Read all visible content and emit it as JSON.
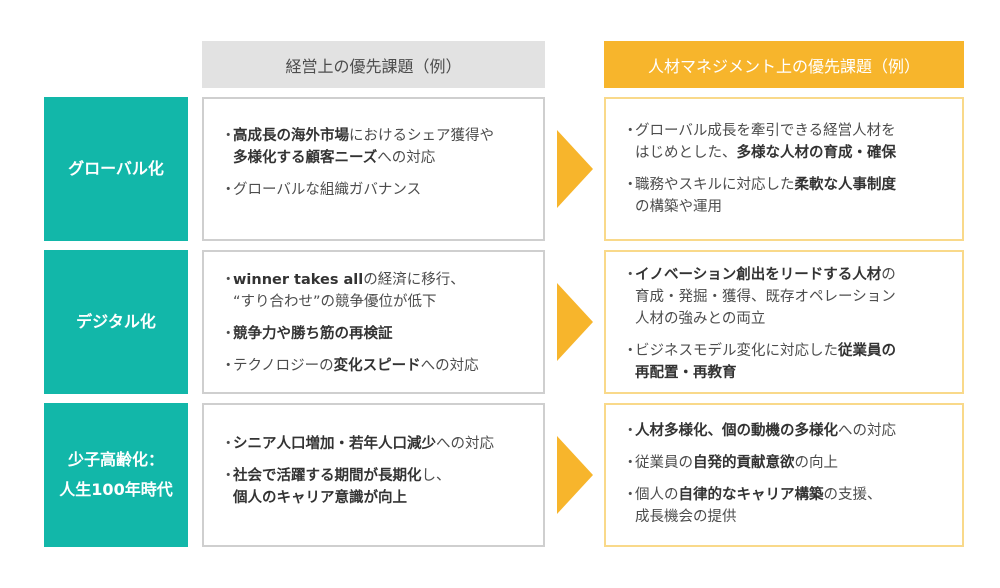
{
  "headers": {
    "left": "経営上の優先課題（例）",
    "right": "人材マネジメント上の優先課題（例）"
  },
  "colors": {
    "teal": "#12b7a9",
    "orange": "#f7b52c",
    "gray": "#e2e2e2"
  },
  "rows": [
    {
      "label": "グローバル化",
      "left": [
        [
          {
            "t": "高成長の海外市場",
            "b": true
          },
          {
            "t": "におけるシェア獲得や\n"
          },
          {
            "t": "多様化する顧客ニーズ",
            "b": true
          },
          {
            "t": "への対応"
          }
        ],
        [
          {
            "t": "グローバルな組織ガバナンス"
          }
        ]
      ],
      "right": [
        [
          {
            "t": "グローバル成長を牽引できる経営人材を\nはじめとした、"
          },
          {
            "t": "多様な人材の育成・確保",
            "b": true
          }
        ],
        [
          {
            "t": "職務やスキルに対応した"
          },
          {
            "t": "柔軟な人事制度",
            "b": true
          },
          {
            "t": "\nの構築や運用"
          }
        ]
      ]
    },
    {
      "label": "デジタル化",
      "left": [
        [
          {
            "t": "winner takes all",
            "b": true
          },
          {
            "t": "の経済に移行、\n“すり合わせ”の競争優位が低下"
          }
        ],
        [
          {
            "t": "競争力や勝ち筋の再検証",
            "b": true
          }
        ],
        [
          {
            "t": "テクノロジーの"
          },
          {
            "t": "変化スピード",
            "b": true
          },
          {
            "t": "への対応"
          }
        ]
      ],
      "right": [
        [
          {
            "t": "イノベーション創出をリードする人材",
            "b": true
          },
          {
            "t": "の\n育成・発掘・獲得、既存オペレーション\n人材の強みとの両立"
          }
        ],
        [
          {
            "t": "ビジネスモデル変化に対応した"
          },
          {
            "t": "従業員の\n再配置・再教育",
            "b": true
          }
        ]
      ]
    },
    {
      "label": "少子高齢化：\n人生100年時代",
      "left": [
        [
          {
            "t": "シニア人口増加・若年人口減少",
            "b": true
          },
          {
            "t": "への対応"
          }
        ],
        [
          {
            "t": "社会で活躍する期間が長期化",
            "b": true
          },
          {
            "t": "し、\n"
          },
          {
            "t": "個人のキャリア意識が向上",
            "b": true
          }
        ]
      ],
      "right": [
        [
          {
            "t": "人材多様化、個の動機の多様化",
            "b": true
          },
          {
            "t": "への対応"
          }
        ],
        [
          {
            "t": "従業員の"
          },
          {
            "t": "自発的貢献意欲",
            "b": true
          },
          {
            "t": "の向上"
          }
        ],
        [
          {
            "t": "個人の"
          },
          {
            "t": "自律的なキャリア構築",
            "b": true
          },
          {
            "t": "の支援、\n成長機会の提供"
          }
        ]
      ]
    }
  ]
}
